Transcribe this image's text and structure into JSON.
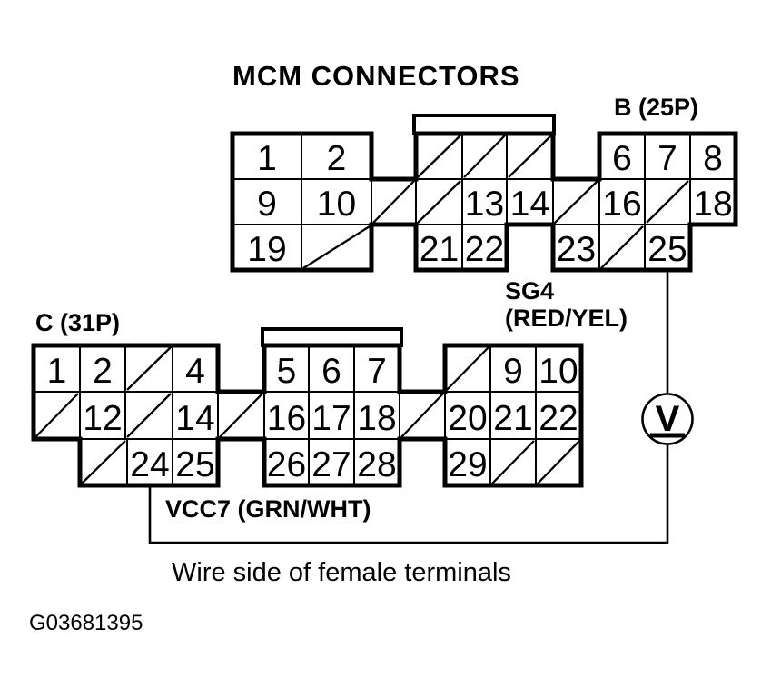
{
  "title": "MCM CONNECTORS",
  "caption": "Wire side of female terminals",
  "doc_id": "G03681395",
  "connector_b": {
    "label": "B (25P)",
    "signal_name": "SG4",
    "signal_wire": "(RED/YEL)",
    "probe_pin": "25",
    "rows": [
      [
        "1",
        "2",
        "/",
        "/",
        "/",
        "6",
        "7",
        "8"
      ],
      [
        "9",
        "10",
        "/",
        "/",
        "13",
        "14",
        "/",
        "16",
        "/",
        "18"
      ],
      [
        "19",
        "/",
        "21",
        "22",
        "23",
        "/",
        "25"
      ]
    ]
  },
  "connector_c": {
    "label": "C (31P)",
    "signal_label": "VCC7 (GRN/WHT)",
    "probe_pin": "24",
    "rows": [
      [
        "1",
        "2",
        "/",
        "4",
        "5",
        "6",
        "7",
        "/",
        "9",
        "10"
      ],
      [
        "/",
        "12",
        "/",
        "14",
        "/",
        "16",
        "17",
        "18",
        "/",
        "20",
        "21",
        "22"
      ],
      [
        "/",
        "24",
        "25",
        "26",
        "27",
        "28",
        "29",
        "/",
        "/"
      ]
    ]
  },
  "meter": {
    "symbol": "V",
    "type": "voltmeter",
    "measured_pins": {
      "b": "25",
      "c": "24"
    }
  }
}
